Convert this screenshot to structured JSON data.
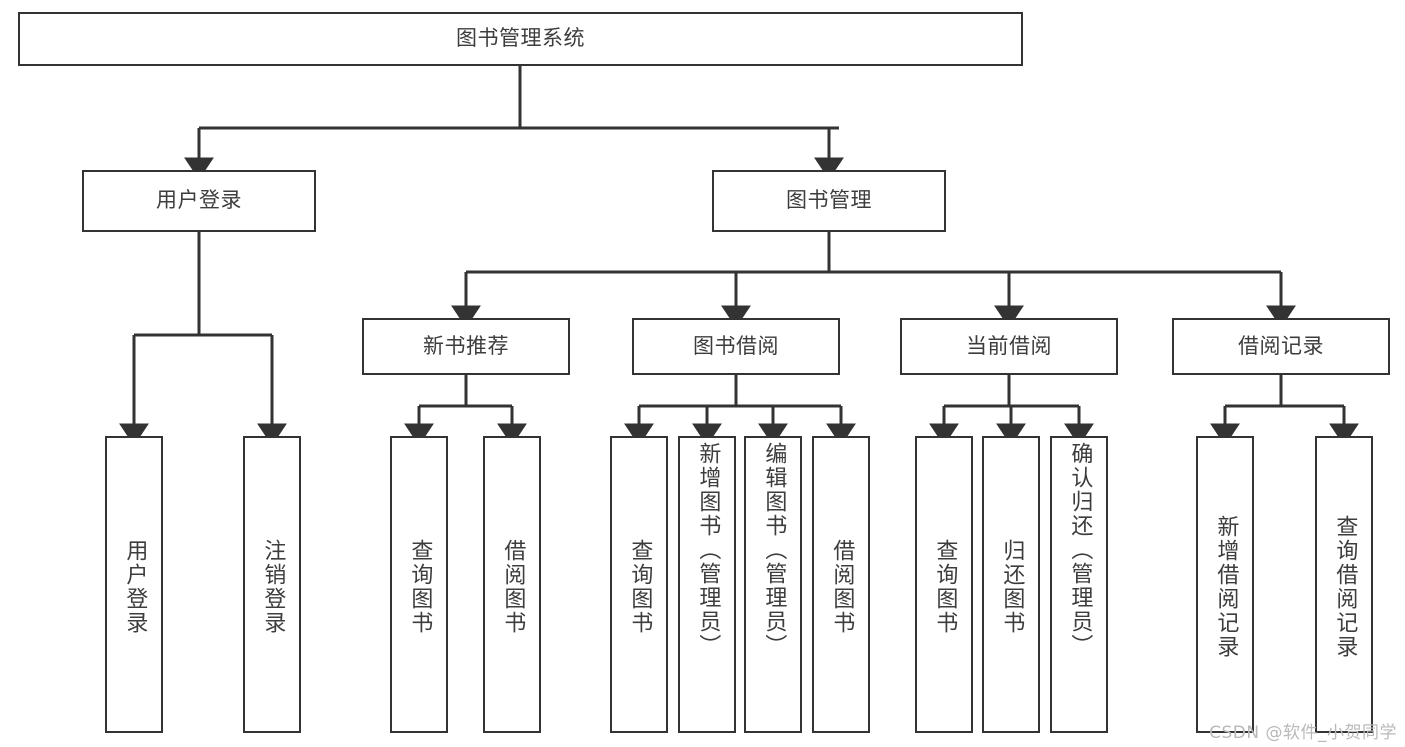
{
  "diagram": {
    "type": "tree-hierarchy",
    "title": "图书管理系统",
    "watermark": "CSDN @软件_小贺同学",
    "colors": {
      "stroke": "#333333",
      "text": "#3d3d3d",
      "background": "#ffffff",
      "watermark": "#b9b9b9"
    },
    "nodes": {
      "root": {
        "label": "图书管理系统",
        "level": 1
      },
      "level2": [
        {
          "id": "user-login",
          "label": "用户登录"
        },
        {
          "id": "book-manage",
          "label": "图书管理"
        }
      ],
      "level3": [
        {
          "id": "new-book-recommend",
          "label": "新书推荐"
        },
        {
          "id": "book-borrow",
          "label": "图书借阅"
        },
        {
          "id": "current-borrow",
          "label": "当前借阅"
        },
        {
          "id": "borrow-record",
          "label": "借阅记录"
        }
      ],
      "leaves": {
        "user-login": [
          {
            "id": "leaf-user-login",
            "label": "用户登录"
          },
          {
            "id": "leaf-logout-login",
            "label": "注销登录"
          }
        ],
        "new-book-recommend": [
          {
            "id": "leaf-query-book-1",
            "label": "查询图书"
          },
          {
            "id": "leaf-borrow-book-1",
            "label": "借阅图书"
          }
        ],
        "book-borrow": [
          {
            "id": "leaf-query-book-2",
            "label": "查询图书"
          },
          {
            "id": "leaf-add-book",
            "label": "新增图书（管理员）"
          },
          {
            "id": "leaf-edit-book",
            "label": "编辑图书（管理员）"
          },
          {
            "id": "leaf-borrow-book-2",
            "label": "借阅图书"
          }
        ],
        "current-borrow": [
          {
            "id": "leaf-query-book-3",
            "label": "查询图书"
          },
          {
            "id": "leaf-return-book",
            "label": "归还图书"
          },
          {
            "id": "leaf-confirm-return",
            "label": "确认归还（管理员）"
          }
        ],
        "borrow-record": [
          {
            "id": "leaf-add-record",
            "label": "新增借阅记录"
          },
          {
            "id": "leaf-query-record",
            "label": "查询借阅记录"
          }
        ]
      }
    },
    "edges": [
      {
        "from": "root",
        "to": "user-login"
      },
      {
        "from": "root",
        "to": "book-manage"
      },
      {
        "from": "user-login",
        "to": "leaf-user-login"
      },
      {
        "from": "user-login",
        "to": "leaf-logout-login"
      },
      {
        "from": "book-manage",
        "to": "new-book-recommend"
      },
      {
        "from": "book-manage",
        "to": "book-borrow"
      },
      {
        "from": "book-manage",
        "to": "current-borrow"
      },
      {
        "from": "book-manage",
        "to": "borrow-record"
      },
      {
        "from": "new-book-recommend",
        "to": "leaf-query-book-1"
      },
      {
        "from": "new-book-recommend",
        "to": "leaf-borrow-book-1"
      },
      {
        "from": "book-borrow",
        "to": "leaf-query-book-2"
      },
      {
        "from": "book-borrow",
        "to": "leaf-add-book"
      },
      {
        "from": "book-borrow",
        "to": "leaf-edit-book"
      },
      {
        "from": "book-borrow",
        "to": "leaf-borrow-book-2"
      },
      {
        "from": "current-borrow",
        "to": "leaf-query-book-3"
      },
      {
        "from": "current-borrow",
        "to": "leaf-return-book"
      },
      {
        "from": "current-borrow",
        "to": "leaf-confirm-return"
      },
      {
        "from": "borrow-record",
        "to": "leaf-add-record"
      },
      {
        "from": "borrow-record",
        "to": "leaf-query-record"
      }
    ]
  }
}
